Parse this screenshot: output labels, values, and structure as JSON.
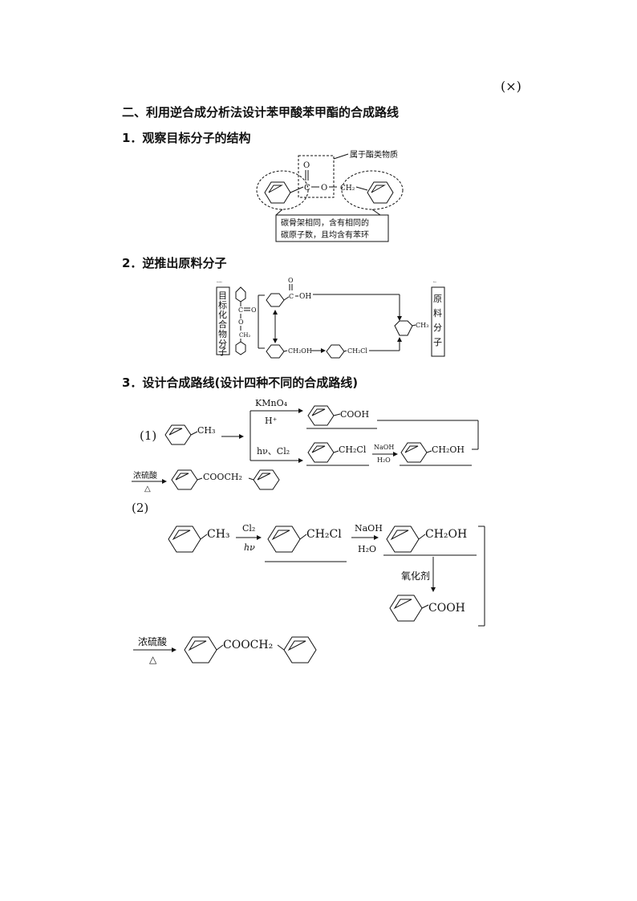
{
  "answer_mark": "(×)",
  "section_title": "二、利用逆合成分析法设计苯甲酸苯甲酯的合成路线",
  "step1": {
    "title": "1．观察目标分子的结构",
    "label_ester": "属于酯类物质",
    "atom_o_top": "O",
    "atom_c": "C",
    "atom_o_mid": "O",
    "group_ch2": "CH₂",
    "note_line1": "碳骨架相同，含有相同的",
    "note_line2": "碳原子数，且均含有苯环"
  },
  "step2": {
    "title": "2．逆推出原料分子",
    "target_label": "目标化合物分子",
    "raw_label": "原料分子",
    "atom_c": "C",
    "atom_o": "O",
    "group_ch2": "CH₂",
    "group_oh": "OH",
    "group_ch2oh": "CH₂OH",
    "group_ch2cl": "CH₂Cl",
    "group_ch3": "CH₃"
  },
  "step3": {
    "title": "3．设计合成路线(设计四种不同的合成路线)",
    "route1": {
      "label": "(1)",
      "start": "CH₃",
      "reagent_top": "KMnO₄",
      "condition_top": "H⁺",
      "product_top": "COOH",
      "reagent_bottom": "hν、Cl₂",
      "product_mid": "CH₂Cl",
      "reagent_naoh": "NaOH",
      "reagent_h2o": "H₂O",
      "product_alcohol": "CH₂OH",
      "esterify_reagent": "浓硫酸",
      "esterify_condition": "△",
      "final": "COOCH₂"
    },
    "route2": {
      "label": "(2)",
      "start": "CH₃",
      "reagent_cl2": "Cl₂",
      "condition_hv": "hν",
      "product_mid": "CH₂Cl",
      "reagent_naoh": "NaOH",
      "reagent_h2o": "H₂O",
      "product_alcohol": "CH₂OH",
      "oxidant": "氧化剂",
      "product_acid": "COOH",
      "esterify_reagent": "浓硫酸",
      "esterify_condition": "△",
      "final": "COOCH₂"
    }
  }
}
